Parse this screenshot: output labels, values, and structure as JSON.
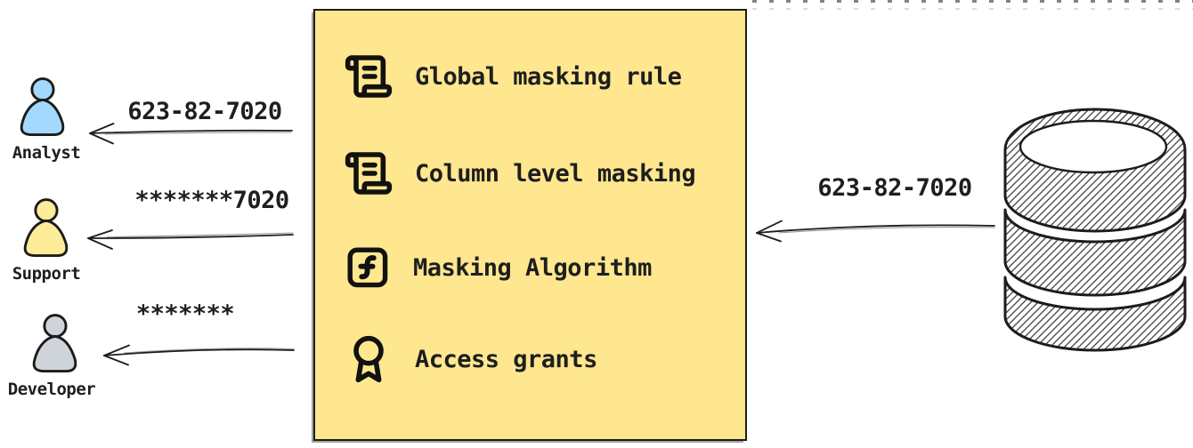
{
  "diagram": {
    "masking_box": {
      "background_color": "#ffe78f",
      "border_color": "#1c1c1c",
      "items": [
        {
          "icon": "scroll-text-icon",
          "label": "Global masking rule"
        },
        {
          "icon": "scroll-text-icon",
          "label": "Column level masking"
        },
        {
          "icon": "function-square-icon",
          "label": "Masking Algorithm"
        },
        {
          "icon": "award-icon",
          "label": "Access grants"
        }
      ]
    },
    "personas": [
      {
        "name": "Analyst",
        "received_value": "623-82-7020",
        "color": "#a5d8ff"
      },
      {
        "name": "Support",
        "received_value": "*******7020",
        "color": "#ffec99"
      },
      {
        "name": "Developer",
        "received_value": "*******",
        "color": "#ced4da"
      }
    ],
    "database": {
      "icon": "database-icon",
      "output_value": "623-82-7020"
    }
  }
}
